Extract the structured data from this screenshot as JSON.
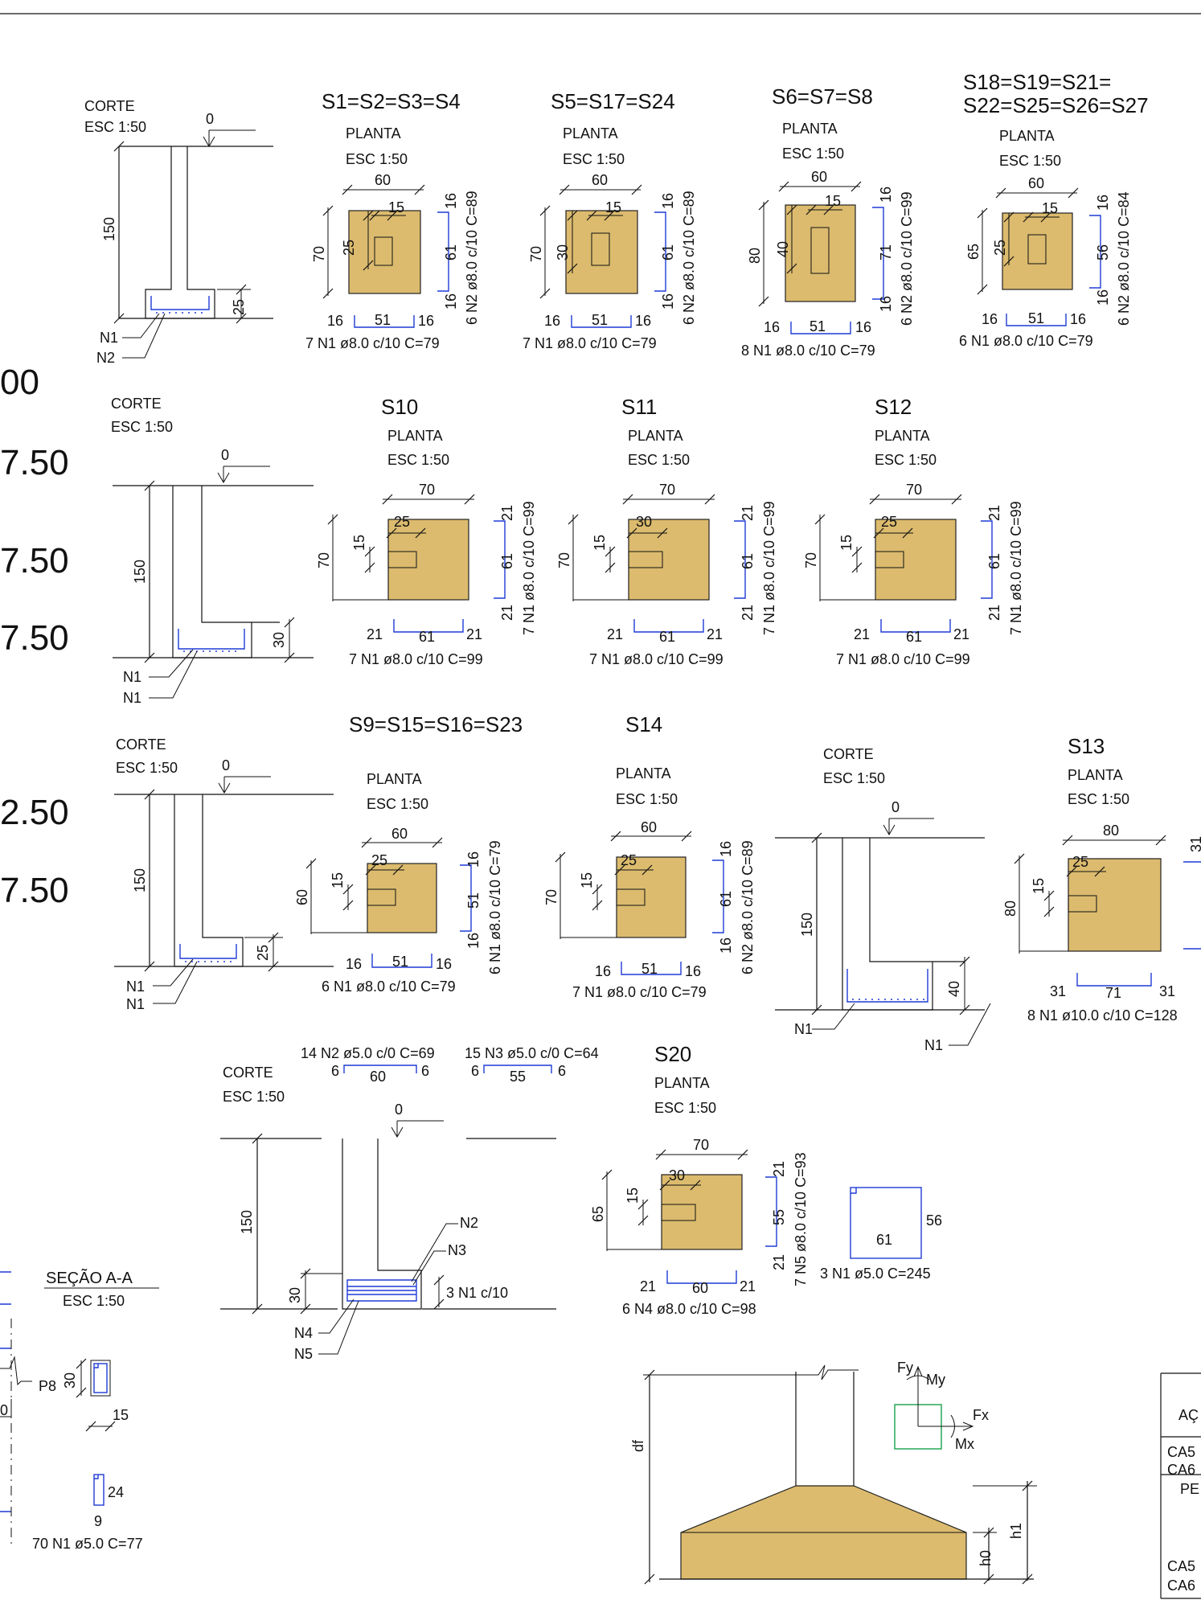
{
  "left_levels": [
    "00",
    "7.50",
    "7.50",
    "7.50",
    "2.50",
    "7.50"
  ],
  "corte": {
    "label": "CORTE",
    "scale": "ESC 1:50",
    "zero": "0",
    "height": "150"
  },
  "planta": {
    "label": "PLANTA",
    "scale": "ESC 1:50"
  },
  "corte1": {
    "h": "25",
    "n1": "N1",
    "n2": "N2"
  },
  "corte2": {
    "h": "30",
    "n1a": "N1",
    "n1b": "N1"
  },
  "corte3": {
    "h": "25",
    "n1a": "N1",
    "n1b": "N1"
  },
  "corte4": {
    "h": "40",
    "n1a": "N1",
    "n1b": "N1"
  },
  "corte5": {
    "h": "30",
    "n2": "N2",
    "n3": "N3",
    "n4": "N4",
    "n5": "N5",
    "n1_call": "3 N1 c/10",
    "bar_n2": "14 N2 ø5.0 c/0 C=69",
    "bar_n2_l": "6",
    "bar_n2_m": "60",
    "bar_n2_r": "6",
    "bar_n3": "15 N3 ø5.0 c/0 C=64",
    "bar_n3_l": "6",
    "bar_n3_m": "55",
    "bar_n3_r": "6"
  },
  "footings": [
    {
      "title": "S1=S2=S3=S4",
      "w": "60",
      "col": "15",
      "h": "70",
      "ins": "25",
      "e": "16",
      "mid_x": "51",
      "mid_y": "61",
      "bar_x": "7 N1 ø8.0 c/10 C=79",
      "bar_y": "6 N2 ø8.0 c/10 C=89"
    },
    {
      "title": "S5=S17=S24",
      "w": "60",
      "col": "15",
      "h": "70",
      "ins": "30",
      "e": "16",
      "mid_x": "51",
      "mid_y": "61",
      "bar_x": "7 N1 ø8.0 c/10 C=79",
      "bar_y": "6 N2 ø8.0 c/10 C=89"
    },
    {
      "title": "S6=S7=S8",
      "w": "60",
      "col": "15",
      "h": "80",
      "ins": "40",
      "e": "16",
      "mid_x": "51",
      "mid_y": "71",
      "bar_x": "8 N1 ø8.0 c/10 C=79",
      "bar_y": "6 N2 ø8.0 c/10 C=99"
    },
    {
      "title1": "S18=S19=S21=",
      "title2": "S22=S25=S26=S27",
      "w": "60",
      "col": "15",
      "h": "65",
      "ins": "25",
      "e": "16",
      "mid_x": "51",
      "mid_y": "56",
      "bar_x": "6 N1 ø8.0 c/10 C=79",
      "bar_y": "6 N2 ø8.0 c/10 C=84"
    },
    {
      "title": "S10",
      "w": "70",
      "h": "70",
      "ins": "25",
      "col": "15",
      "e": "21",
      "mid_x": "61",
      "mid_y": "61",
      "bar_x": "7 N1 ø8.0 c/10 C=99",
      "bar_y": "7 N1 ø8.0 c/10 C=99"
    },
    {
      "title": "S11",
      "w": "70",
      "h": "70",
      "ins": "30",
      "col": "15",
      "e": "21",
      "mid_x": "61",
      "mid_y": "61",
      "bar_x": "7 N1 ø8.0 c/10 C=99",
      "bar_y": "7 N1 ø8.0 c/10 C=99"
    },
    {
      "title": "S12",
      "w": "70",
      "h": "70",
      "ins": "25",
      "col": "15",
      "e": "21",
      "mid_x": "61",
      "mid_y": "61",
      "bar_x": "7 N1 ø8.0 c/10 C=99",
      "bar_y": "7 N1 ø8.0 c/10 C=99"
    },
    {
      "title": "S9=S15=S16=S23",
      "w": "60",
      "h": "60",
      "ins": "25",
      "col": "15",
      "e": "16",
      "mid_x": "51",
      "mid_y": "51",
      "bar_x": "6 N1 ø8.0 c/10 C=79",
      "bar_y": "6 N1 ø8.0 c/10 C=79"
    },
    {
      "title": "S14",
      "w": "60",
      "h": "70",
      "ins": "25",
      "col": "15",
      "e": "16",
      "mid_x": "51",
      "mid_y": "61",
      "bar_x": "7 N1 ø8.0 c/10 C=79",
      "bar_y": "6 N2 ø8.0 c/10 C=89"
    },
    {
      "title": "S13",
      "w": "80",
      "h": "80",
      "ins": "25",
      "col": "15",
      "e": "31",
      "mid_x": "71",
      "bar_x": "8 N1 ø10.0 c/10 C=128",
      "e_partial": "31"
    },
    {
      "title": "S20",
      "w": "70",
      "h": "65",
      "ins": "30",
      "col": "15",
      "e": "21",
      "mid_x": "60",
      "mid_y": "55",
      "bar_x": "6 N4 ø8.0 c/10 C=98",
      "bar_y": "7 N5 ø8.0 c/10 C=93"
    }
  ],
  "stirrup": {
    "a": "56",
    "b": "61",
    "label": "3 N1 ø5.0 C=245"
  },
  "section_aa": {
    "title": "SEÇÃO A-A",
    "scale": "ESC 1:50",
    "p8": "P8",
    "d30": "30",
    "d15": "15",
    "zero": "0",
    "d24": "24",
    "d9": "9",
    "bars": "70 N1 ø5.0  C=77"
  },
  "generic": {
    "df": "df",
    "h0": "h0",
    "h1": "h1",
    "fy": "Fy",
    "fx": "Fx",
    "my": "My",
    "mx": "Mx"
  },
  "table_fragment": [
    "AÇ",
    "CA5",
    "CA6",
    "PE",
    "CA5",
    "CA6"
  ],
  "colors": {
    "concrete": "#dcbb6e",
    "rebar": "#1f3bd6",
    "line": "#111111",
    "axes": "#16a34a"
  }
}
